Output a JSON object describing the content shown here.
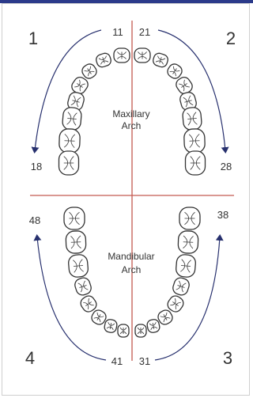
{
  "quadrants": {
    "q1": "1",
    "q2": "2",
    "q3": "3",
    "q4": "4"
  },
  "teeth": {
    "upper_right_central": "11",
    "upper_left_central": "21",
    "upper_right_third_molar": "18",
    "upper_left_third_molar": "28",
    "lower_right_third_molar": "48",
    "lower_left_third_molar": "38",
    "lower_right_central": "41",
    "lower_left_central": "31"
  },
  "arches": {
    "maxillary_line1": "Maxillary",
    "maxillary_line2": "Arch",
    "mandibular_line1": "Mandibular",
    "mandibular_line2": "Arch"
  },
  "colors": {
    "divider": "#c45a50",
    "arrow": "#27306e",
    "tooth_outline": "#333333",
    "header_bar": "#2b3a8a"
  }
}
